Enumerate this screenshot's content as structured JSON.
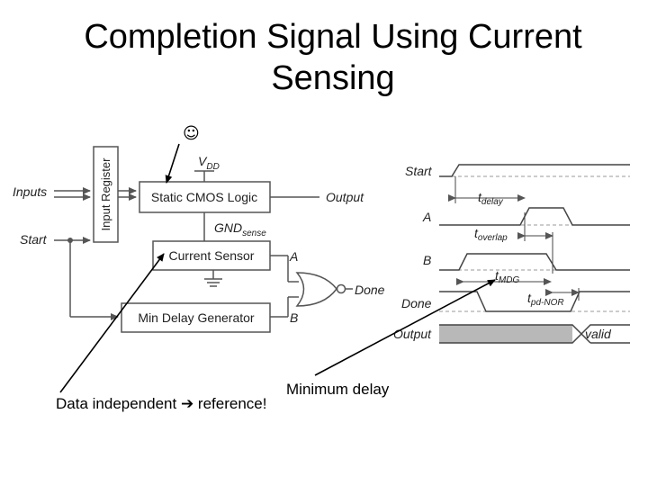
{
  "title": {
    "line1": "Completion Signal Using Current",
    "line2": "Sensing"
  },
  "smiley": "☺",
  "circuit": {
    "vdd_main": "V",
    "vdd_sub": "DD",
    "static_cmos": "Static CMOS Logic",
    "output": "Output",
    "gnd_main": "GND",
    "gnd_sub": "sense",
    "current_sensor": "Current Sensor",
    "min_delay": "Min Delay Generator",
    "input_register": "Input Register",
    "inputs": "Inputs",
    "start": "Start",
    "a": "A",
    "b": "B",
    "done": "Done"
  },
  "timing": {
    "start": "Start",
    "a": "A",
    "b": "B",
    "done": "Done",
    "output": "Output",
    "valid": "valid",
    "t_delay_main": "t",
    "t_delay_sub": "delay",
    "t_overlap_main": "t",
    "t_overlap_sub": "overlap",
    "t_mdg_main": "t",
    "t_mdg_sub": "MDG",
    "t_pd_main": "t",
    "t_pd_sub": "pd-NOR"
  },
  "annotations": {
    "data_independent_before": "Data independent ",
    "arrow_glyph": "➔",
    "data_independent_after": " reference!",
    "minimum_delay": "Minimum delay"
  }
}
